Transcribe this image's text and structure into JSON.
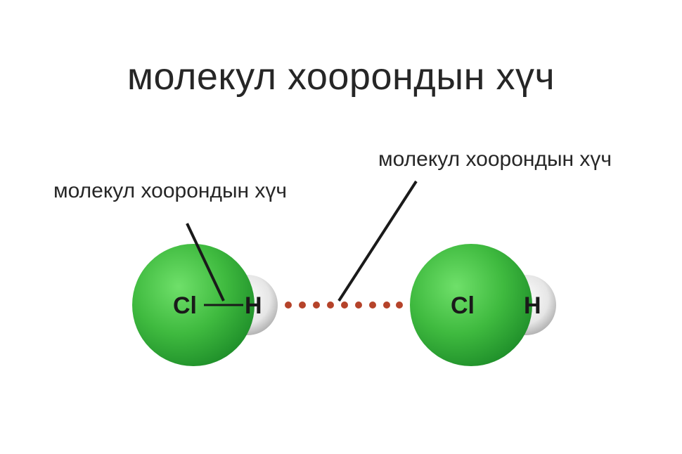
{
  "title": "молекул хоорондын хүч",
  "labels": {
    "left": "молекул хоорондын хүч",
    "right": "молекул хоорондын хүч"
  },
  "molecules": [
    {
      "heavy_atom": "Cl",
      "light_atom": "H",
      "bond": "single"
    },
    {
      "heavy_atom": "Cl",
      "light_atom": "H",
      "bond": "none"
    }
  ],
  "colors": {
    "chlorine": "#3fba3f",
    "hydrogen": "#e8e8e8",
    "interaction_dots": "#b5432a",
    "text": "#262626"
  }
}
